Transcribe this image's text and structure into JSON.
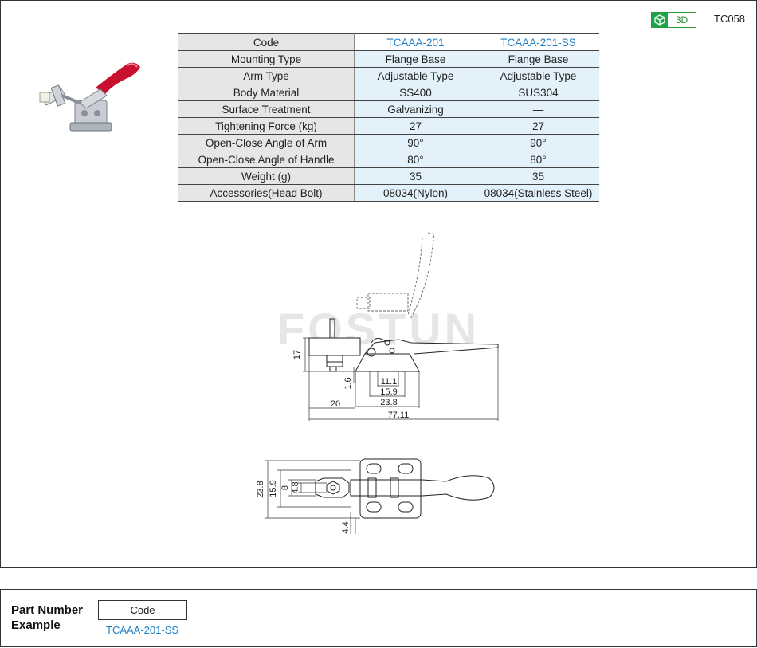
{
  "badge": {
    "label": "3D"
  },
  "page_code": "TC058",
  "spec_table": {
    "header": {
      "label": "Code",
      "col1": "TCAAA-201",
      "col2": "TCAAA-201-SS"
    },
    "rows": [
      {
        "label": "Mounting Type",
        "col1": "Flange Base",
        "col2": "Flange Base"
      },
      {
        "label": "Arm Type",
        "col1": "Adjustable Type",
        "col2": "Adjustable Type"
      },
      {
        "label": "Body Material",
        "col1": "SS400",
        "col2": "SUS304"
      },
      {
        "label": "Surface Treatment",
        "col1": "Galvanizing",
        "col2": "—"
      },
      {
        "label": "Tightening Force (kg)",
        "col1": "27",
        "col2": "27"
      },
      {
        "label": "Open-Close Angle of Arm",
        "col1": "90°",
        "col2": "90°"
      },
      {
        "label": "Open-Close  Angle of Handle",
        "col1": "80°",
        "col2": "80°"
      },
      {
        "label": "Weight (g)",
        "col1": "35",
        "col2": "35"
      },
      {
        "label": "Accessories(Head Bolt)",
        "col1": "08034(Nylon)",
        "col2": "08034(Stainless Steel)"
      }
    ]
  },
  "drawing": {
    "watermark": "FOSTUN",
    "side_view_dims": {
      "height": "17",
      "gap": "1.6",
      "hole1": "11.1",
      "hole2": "15.9",
      "base": "23.8",
      "offset": "20",
      "total": "77.11"
    },
    "top_view_dims": {
      "width": "23.8",
      "spacing": "15.9",
      "slot": "8",
      "inner": "4.8",
      "hole": "4.4"
    }
  },
  "part_number": {
    "label_line1": "Part Number",
    "label_line2": "Example",
    "box_label": "Code",
    "value": "TCAAA-201-SS"
  },
  "colors": {
    "accent_blue": "#1f7fc4",
    "badge_green": "#1fa34a",
    "handle_red": "#c8102e"
  }
}
